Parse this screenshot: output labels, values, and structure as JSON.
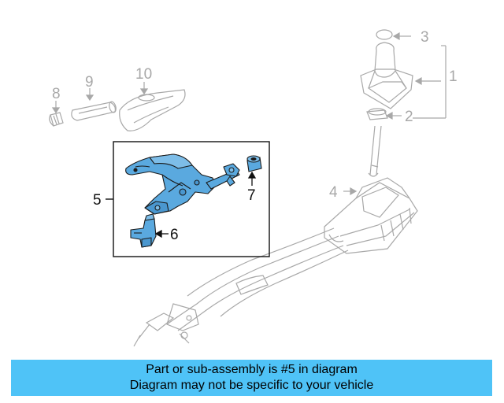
{
  "callouts": {
    "c1": "1",
    "c2": "2",
    "c3": "3",
    "c4": "4",
    "c5": "5",
    "c6": "6",
    "c7": "7",
    "c8": "8",
    "c9": "9",
    "c10": "10"
  },
  "banner": {
    "line1": "Part or sub-assembly is #5 in diagram",
    "line2": "Diagram may not be specific to your vehicle"
  },
  "colors": {
    "highlight": "#5aa9df",
    "ghost_lines": "#a8a8a8",
    "banner": "#4fc3f7"
  }
}
